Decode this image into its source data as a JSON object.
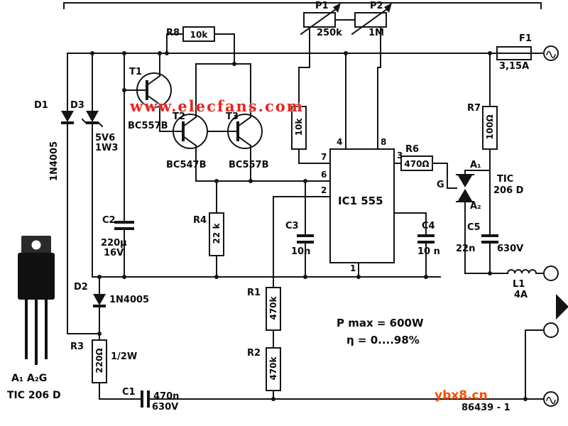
{
  "c": {
    "p1": {
      "ref": "P1",
      "value": "250k"
    },
    "p2": {
      "ref": "P2",
      "value": "1M"
    },
    "f1": {
      "ref": "F1",
      "value": "3,15A"
    },
    "r1": {
      "ref": "R1",
      "value": "470k"
    },
    "r2": {
      "ref": "R2",
      "value": "470k"
    },
    "r3": {
      "ref": "R3",
      "value": "220Ω",
      "rating": "1/2W"
    },
    "r4": {
      "ref": "R4",
      "value": "22 k"
    },
    "r5": {
      "value": "10k"
    },
    "r6": {
      "ref": "R6",
      "value": "470Ω"
    },
    "r7": {
      "ref": "R7",
      "value": "100Ω"
    },
    "r8": {
      "ref": "R8",
      "value": "10k"
    },
    "c1": {
      "ref": "C1",
      "value": "470n",
      "rating": "630V"
    },
    "c2": {
      "ref": "C2",
      "value": "220µ",
      "rating": "16V"
    },
    "c3": {
      "ref": "C3",
      "value": "10n"
    },
    "c4": {
      "ref": "C4",
      "value": "10 n"
    },
    "c5": {
      "ref": "C5",
      "value": "22n",
      "rating": "630V"
    },
    "d1": {
      "ref": "D1",
      "value": "1N4005"
    },
    "d2": {
      "ref": "D2",
      "value": "1N4005"
    },
    "d3": {
      "ref": "D3",
      "value": "5V6",
      "rating": "1W3"
    },
    "t1": {
      "ref": "T1",
      "value": "BC557B"
    },
    "t2": {
      "ref": "T2",
      "value": "BC547B"
    },
    "t3": {
      "ref": "T3",
      "value": "BC557B"
    },
    "l1": {
      "ref": "L1",
      "value": "4A"
    },
    "ic1": {
      "label": "IC1 555",
      "pin1": "1",
      "pin2": "2",
      "pin3": "3",
      "pin4": "4",
      "pin6": "6",
      "pin7": "7",
      "pin8": "8"
    },
    "triac": {
      "a1": "A₁",
      "g": "G",
      "a2": "A₂",
      "type1": "TIC",
      "type2": "206 D"
    }
  },
  "notes": {
    "pmax": "P max = 600W",
    "eta": "η = 0....98%",
    "schematic_id": "86439 - 1"
  },
  "watermarks": {
    "site": "www.elecfans.com",
    "portal": "ybx8.cn"
  },
  "package": {
    "pins": "A₁ A₂G",
    "device": "TIC 206 D"
  }
}
